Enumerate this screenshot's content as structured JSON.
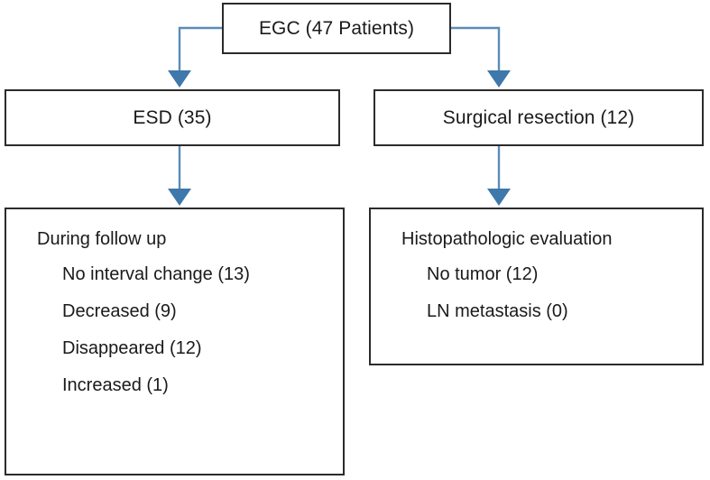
{
  "diagram": {
    "type": "flowchart",
    "accent_color": "#5b8cb8",
    "border_color": "#2b2b2b",
    "text_color": "#1a1a1a",
    "background": "#ffffff",
    "nodes": {
      "root": {
        "label": "EGC (47 Patients)"
      },
      "esd": {
        "label": "ESD (35)"
      },
      "surgery": {
        "label": "Surgical resection (12)"
      },
      "followup": {
        "heading": "During follow up",
        "items": [
          "No interval change (13)",
          "Decreased (9)",
          "Disappeared (12)",
          "Increased (1)"
        ]
      },
      "histopathology": {
        "heading": "Histopathologic evaluation",
        "items": [
          "No tumor (12)",
          "LN metastasis (0)"
        ]
      }
    },
    "edges": [
      {
        "from": "root",
        "to": "esd",
        "style": "elbow-left-arrow"
      },
      {
        "from": "root",
        "to": "surgery",
        "style": "elbow-right-arrow"
      },
      {
        "from": "esd",
        "to": "followup",
        "style": "straight-arrow"
      },
      {
        "from": "surgery",
        "to": "histopathology",
        "style": "straight-arrow"
      }
    ]
  }
}
